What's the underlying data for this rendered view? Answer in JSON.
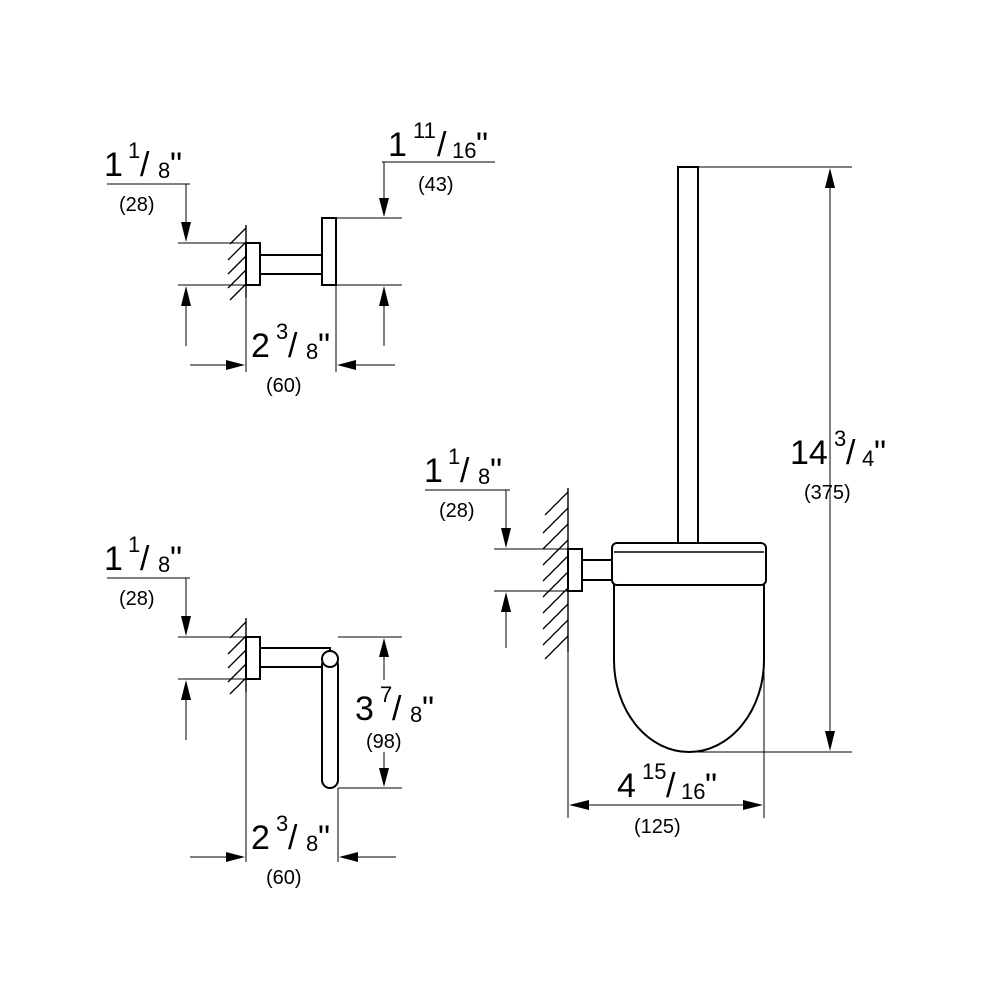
{
  "dims": {
    "hook_depth": {
      "whole": "1",
      "num": "1",
      "den": "8",
      "mark": "\"",
      "mm": "(28)"
    },
    "hook_height": {
      "whole": "1",
      "num": "11",
      "den": "16",
      "mark": "\"",
      "mm": "(43)"
    },
    "hook_projection": {
      "whole": "2",
      "num": "3",
      "den": "8",
      "mark": "\"",
      "mm": "(60)"
    },
    "holder_depth": {
      "whole": "1",
      "num": "1",
      "den": "8",
      "mark": "\"",
      "mm": "(28)"
    },
    "holder_height": {
      "whole": "3",
      "num": "7",
      "den": "8",
      "mark": "\"",
      "mm": "(98)"
    },
    "holder_projection": {
      "whole": "2",
      "num": "3",
      "den": "8",
      "mark": "\"",
      "mm": "(60)"
    },
    "brush_depth": {
      "whole": "1",
      "num": "1",
      "den": "8",
      "mark": "\"",
      "mm": "(28)"
    },
    "brush_height": {
      "whole": "14",
      "num": "3",
      "den": "4",
      "mark": "\"",
      "mm": "(375)"
    },
    "brush_width": {
      "whole": "4",
      "num": "15",
      "den": "16",
      "mark": "\"",
      "mm": "(125)"
    }
  }
}
